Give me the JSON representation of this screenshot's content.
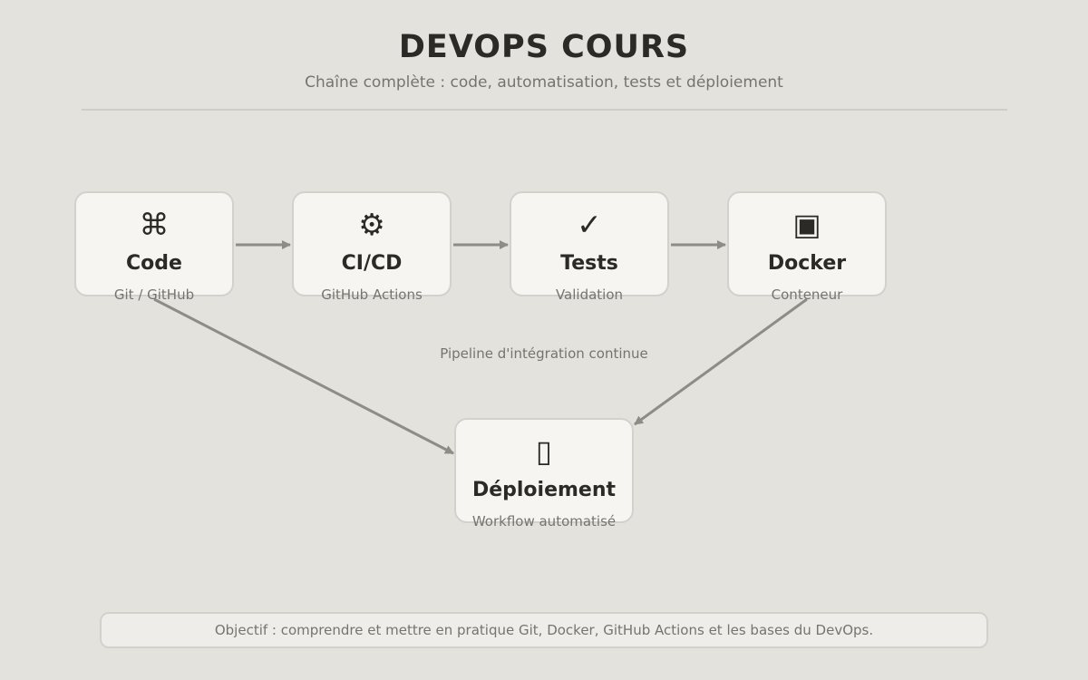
{
  "header": {
    "title": "DEVOPS COURS",
    "subtitle": "Chaîne complète : code, automatisation, tests et déploiement"
  },
  "nodes": [
    {
      "icon": "⌘",
      "icon_name": "command-icon",
      "label": "Code",
      "sub": "Git / GitHub"
    },
    {
      "icon": "⚙",
      "icon_name": "gear-icon",
      "label": "CI/CD",
      "sub": "GitHub Actions"
    },
    {
      "icon": "✓",
      "icon_name": "check-icon",
      "label": "Tests",
      "sub": "Validation"
    },
    {
      "icon": "▣",
      "icon_name": "container-icon",
      "label": "Docker",
      "sub": "Conteneur"
    }
  ],
  "deploy": {
    "icon": "▯",
    "icon_name": "rocket-icon",
    "label": "Déploiement",
    "sub": "Workflow automatisé"
  },
  "pipeline_label": "Pipeline d'intégration continue",
  "objective": "Objectif : comprendre et mettre en pratique Git, Docker, GitHub Actions et les bases du DevOps.",
  "colors": {
    "background": "#e4e2dd",
    "card": "#f6f5f1",
    "border": "#d3d1cc",
    "arrow": "#8e8c86",
    "text": "#2b2a26",
    "muted": "#76746e"
  }
}
